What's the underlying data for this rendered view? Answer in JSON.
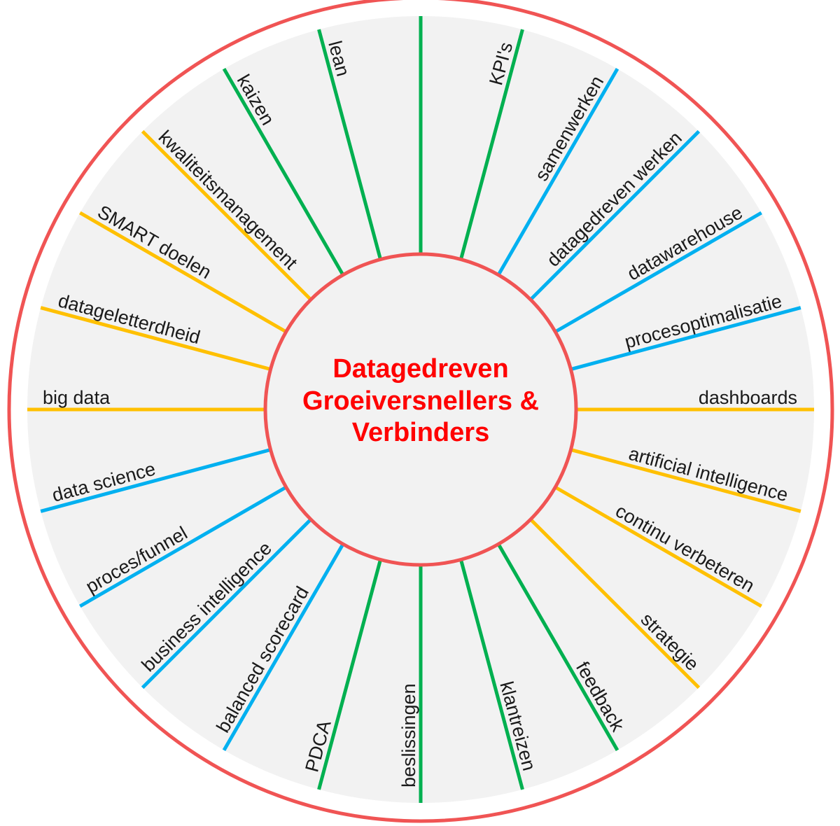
{
  "title": {
    "lines": [
      "Datagedreven",
      "Groeiversnellers &",
      "Verbinders"
    ]
  },
  "colors": {
    "ring": "#f05454",
    "disk": "#f2f2f2",
    "green": "#00b050",
    "blue": "#00b0f0",
    "yellow": "#ffc000",
    "title": "#ff0000"
  },
  "spokes": [
    {
      "label": "",
      "color": "green"
    },
    {
      "label": "KPI's",
      "color": "green"
    },
    {
      "label": "samenwerken",
      "color": "blue"
    },
    {
      "label": "datagedreven werken",
      "color": "blue"
    },
    {
      "label": "datawarehouse",
      "color": "blue"
    },
    {
      "label": "procesoptimalisatie",
      "color": "blue"
    },
    {
      "label": "dashboards",
      "color": "yellow"
    },
    {
      "label": "artificial intelligence",
      "color": "yellow"
    },
    {
      "label": "continu verbeteren",
      "color": "yellow"
    },
    {
      "label": "strategie",
      "color": "yellow"
    },
    {
      "label": "feedback",
      "color": "green"
    },
    {
      "label": "klantreizen",
      "color": "green"
    },
    {
      "label": "beslissingen",
      "color": "green"
    },
    {
      "label": "PDCA",
      "color": "green"
    },
    {
      "label": "balanced scorecard",
      "color": "blue"
    },
    {
      "label": "business intelligence",
      "color": "blue"
    },
    {
      "label": "proces/funnel",
      "color": "blue"
    },
    {
      "label": "data science",
      "color": "blue"
    },
    {
      "label": "big data",
      "color": "yellow"
    },
    {
      "label": "datageletterdheid",
      "color": "yellow"
    },
    {
      "label": "SMART doelen",
      "color": "yellow"
    },
    {
      "label": "kwaliteitsmanagement",
      "color": "yellow"
    },
    {
      "label": "kaizen",
      "color": "green"
    },
    {
      "label": "lean",
      "color": "green"
    }
  ]
}
